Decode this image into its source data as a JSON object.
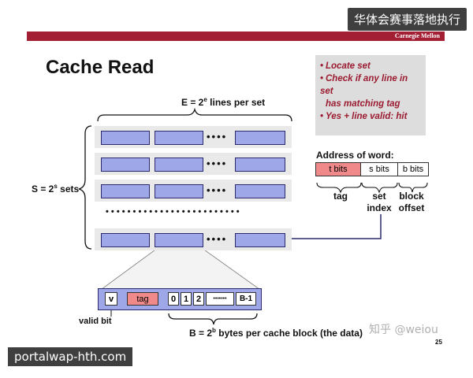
{
  "watermarks": {
    "top": "华体会赛事落地执行",
    "bottom": "portalwap-hth.com",
    "zhihu": "知乎 @weiou"
  },
  "header": {
    "org": "Carnegie Mellon"
  },
  "slide": {
    "title": "Cache Read",
    "page_number": "25",
    "notes": [
      "Locate set",
      "Check if any line in set",
      "has matching tag",
      "Yes + line valid: hit"
    ],
    "e_label": "E = 2",
    "e_sup": "e",
    "e_label_rest": " lines per set",
    "s_label": "S = 2",
    "s_sup": "s",
    "s_label_rest": " sets",
    "dots_h": "••••",
    "dots_row": "• • • • • • • • • • • • • • • • • • • • • • • • •",
    "address": {
      "title": "Address of word:",
      "t_bits": "t bits",
      "s_bits": "s bits",
      "b_bits": "b bits",
      "tag": "tag",
      "set_index_1": "set",
      "set_index_2": "index",
      "block_offset_1": "block",
      "block_offset_2": "offset"
    },
    "line": {
      "v": "v",
      "tag": "tag",
      "b0": "0",
      "b1": "1",
      "b2": "2",
      "bdots": "•••••••",
      "blast": "B-1",
      "valid_bit": "valid bit",
      "b_label": "B = 2",
      "b_sup": "b",
      "b_label_rest": " bytes per cache block (the data)"
    }
  },
  "colors": {
    "block_fill": "#9ea7e8",
    "tag_fill": "#f08a8a",
    "accent_red": "#a31f34",
    "note_text": "#9b1b30"
  }
}
